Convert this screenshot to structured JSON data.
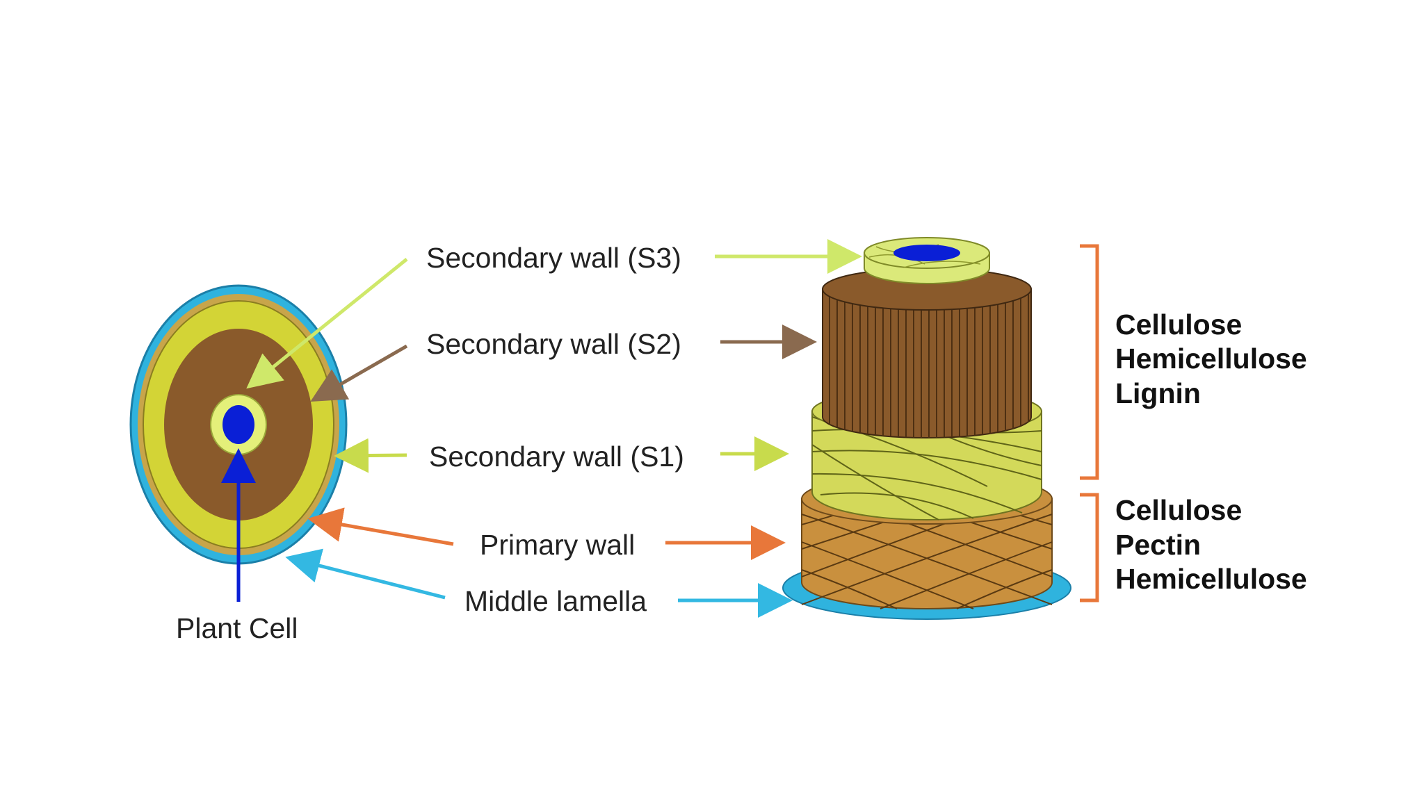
{
  "labels": {
    "s3": "Secondary wall (S3)",
    "s2": "Secondary wall (S2)",
    "s1": "Secondary wall (S1)",
    "primary": "Primary wall",
    "lamella": "Middle lamella",
    "plant_cell": "Plant Cell"
  },
  "composition": {
    "secondary": [
      "Cellulose",
      "Hemicellulose",
      "Lignin"
    ],
    "primary": [
      "Cellulose",
      "Pectin",
      "Hemicellulose"
    ]
  },
  "colors": {
    "s3": "#dbe97a",
    "s2": "#8a5a2b",
    "s1": "#d3d95a",
    "primary": "#c9903e",
    "lamella": "#2fb3de",
    "nucleus": "#0a1fd6",
    "arrow_s3": "#cfe86a",
    "arrow_s2": "#8a6a4f",
    "arrow_s1": "#c8db4c",
    "arrow_primary": "#e8773a",
    "arrow_lamella": "#33b8e2",
    "bracket": "#e8773a"
  }
}
